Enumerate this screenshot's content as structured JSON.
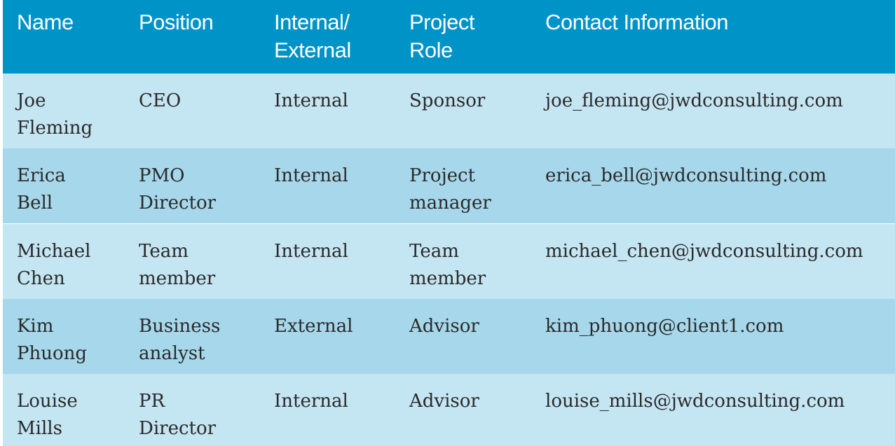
{
  "colors": {
    "header": "#0093c8",
    "row_light": "#c4e5f2",
    "row_dark": "#a7d7ea"
  },
  "headers": [
    "Name",
    "Position",
    "Internal/\nExternal",
    "Project\nRole",
    "Contact Information"
  ],
  "rows": [
    [
      "Joe\nFleming",
      "CEO",
      "Internal",
      "Sponsor",
      "joe_fleming@jwdconsulting.com"
    ],
    [
      "Erica\nBell",
      "PMO\nDirector",
      "Internal",
      "Project\nmanager",
      "erica_bell@jwdconsulting.com"
    ],
    [
      "Michael\nChen",
      "Team\nmember",
      "Internal",
      "Team\nmember",
      "michael_chen@jwdconsulting.com"
    ],
    [
      "Kim\nPhuong",
      "Business\nanalyst",
      "External",
      "Advisor",
      "kim_phuong@client1.com"
    ],
    [
      "Louise\nMills",
      "PR\nDirector",
      "Internal",
      "Advisor",
      "louise_mills@jwdconsulting.com"
    ]
  ]
}
